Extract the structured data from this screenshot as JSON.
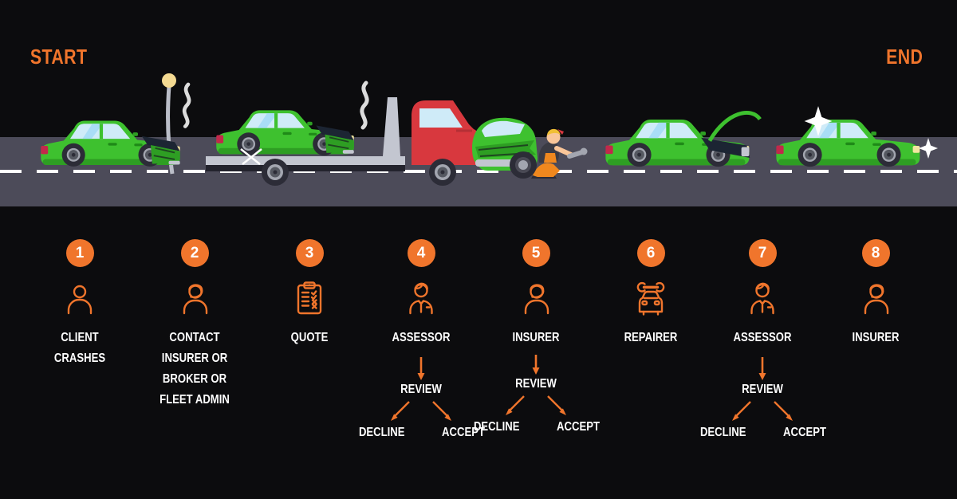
{
  "colors": {
    "background": "#0C0C0E",
    "accent_orange": "#F0752C",
    "label_white": "#FFFFFF",
    "road_gray": "#4C4B59",
    "car_green": "#3EC12F",
    "truck_red": "#D8383E"
  },
  "header": {
    "start": "START",
    "end": "END"
  },
  "scene": {
    "items": [
      {
        "name": "crashed-car-into-lamp-post"
      },
      {
        "name": "tow-truck-carrying-crashed-car"
      },
      {
        "name": "mechanic-changing-tire-on-crashed-car"
      },
      {
        "name": "car-with-open-hood-being-repaired"
      },
      {
        "name": "repaired-shiny-car"
      }
    ]
  },
  "steps": [
    {
      "number": "1",
      "icon": "person-icon",
      "lines": [
        "CLIENT",
        "CRASHES"
      ]
    },
    {
      "number": "2",
      "icon": "headset-agent-icon",
      "lines": [
        "CONTACT",
        "INSURER OR",
        "BROKER OR",
        "FLEET ADMIN"
      ]
    },
    {
      "number": "3",
      "icon": "quote-clipboard-icon",
      "lines": [
        "QUOTE"
      ]
    },
    {
      "number": "4",
      "icon": "assessor-icon",
      "lines": [
        "ASSESSOR"
      ],
      "flow": {
        "review": "REVIEW",
        "decline": "DECLINE",
        "accept": "ACCEPT"
      }
    },
    {
      "number": "5",
      "icon": "headset-agent-icon",
      "lines": [
        "INSURER"
      ],
      "flow": {
        "review": "REVIEW",
        "decline": "DECLINE",
        "accept": "ACCEPT"
      }
    },
    {
      "number": "6",
      "icon": "repairer-car-icon",
      "lines": [
        "REPAIRER"
      ]
    },
    {
      "number": "7",
      "icon": "assessor-icon",
      "lines": [
        "ASSESSOR"
      ],
      "flow": {
        "review": "REVIEW",
        "decline": "DECLINE",
        "accept": "ACCEPT"
      }
    },
    {
      "number": "8",
      "icon": "headset-agent-icon",
      "lines": [
        "INSURER"
      ]
    }
  ]
}
